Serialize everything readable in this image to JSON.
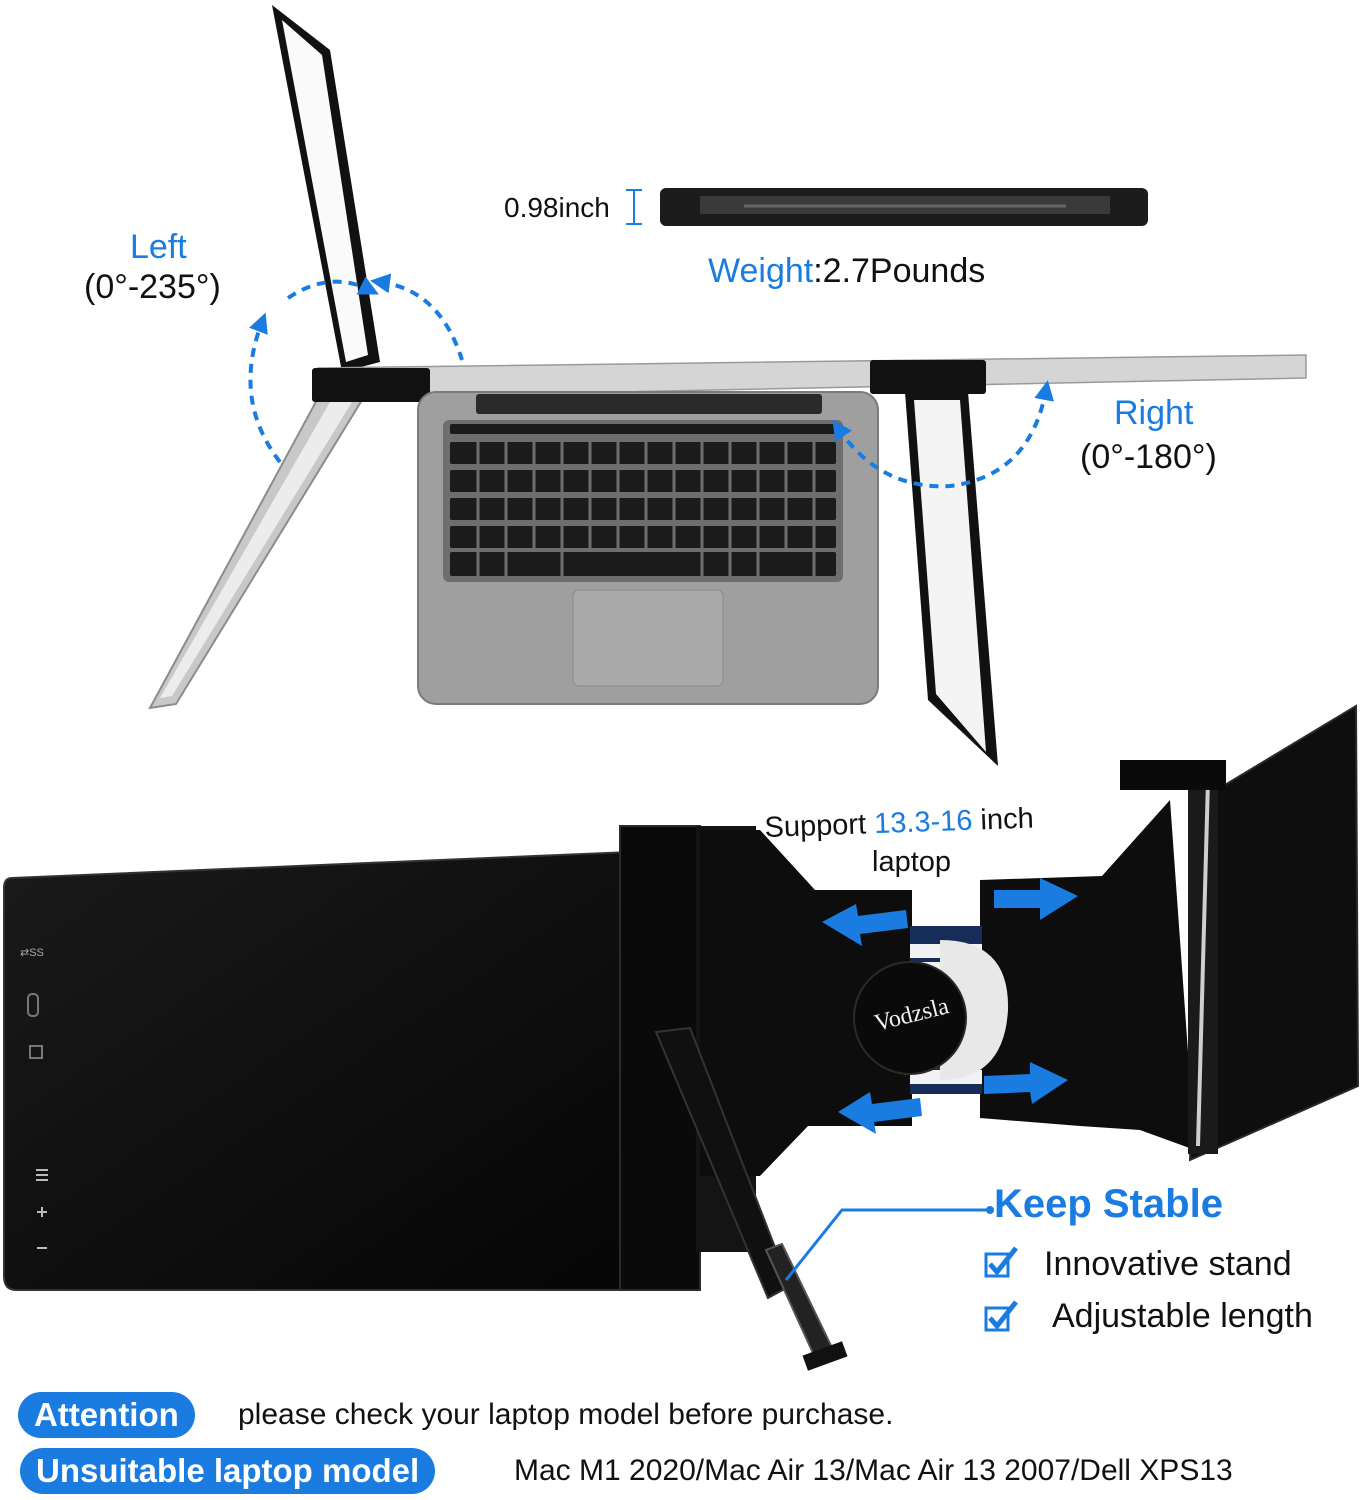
{
  "dimensions": {
    "thickness": "0.98inch",
    "weight_label": "Weight",
    "weight_value": ":2.7Pounds"
  },
  "rotation": {
    "left_title": "Left",
    "left_range": "(0°-235°)",
    "right_title": "Right",
    "right_range": "(0°-180°)"
  },
  "support": {
    "prefix": "Support",
    "size": "13.3-16",
    "suffix": "inch",
    "line2": "laptop"
  },
  "brand": "Vodzsla",
  "ports": {
    "usb": "SS"
  },
  "keep_stable": {
    "title": "Keep Stable",
    "features": [
      "Innovative stand",
      "Adjustable length"
    ]
  },
  "attention": {
    "badge": "Attention",
    "text": "please check your laptop model before purchase."
  },
  "unsuitable": {
    "badge": "Unsuitable laptop model",
    "models": "Mac M1 2020/Mac Air 13/Mac Air 13 2007/Dell XPS13"
  },
  "colors": {
    "accent": "#1a7be0",
    "device": "#0b0b0b",
    "laptop": "#9a9a9a"
  }
}
